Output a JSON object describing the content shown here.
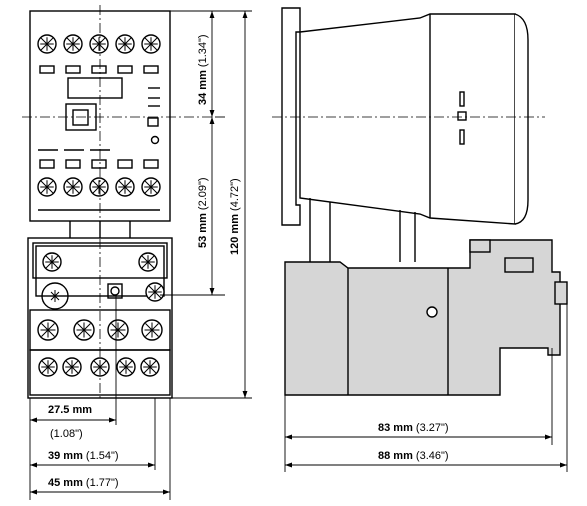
{
  "dimensions": {
    "top_section_height": {
      "value": "34 mm",
      "imperial": " (1.34\")"
    },
    "mid_section_height": {
      "value": "53 mm",
      "imperial": " (2.09\")"
    },
    "total_height": {
      "value": "120 mm",
      "imperial": " (4.72\")"
    },
    "width_mounting": {
      "value": "27.5 mm",
      "imperial": "(1.08\")"
    },
    "width_body": {
      "value": "39 mm",
      "imperial": " (1.54\")"
    },
    "width_overall": {
      "value": "45 mm",
      "imperial": " (1.77\")"
    },
    "depth_body": {
      "value": "83 mm",
      "imperial": " (3.27\")"
    },
    "depth_overall": {
      "value": "88 mm",
      "imperial": " (3.46\")"
    }
  },
  "colors": {
    "line": "#000000",
    "body_fill": "#ffffff",
    "relay_fill": "#d6d6d6"
  }
}
